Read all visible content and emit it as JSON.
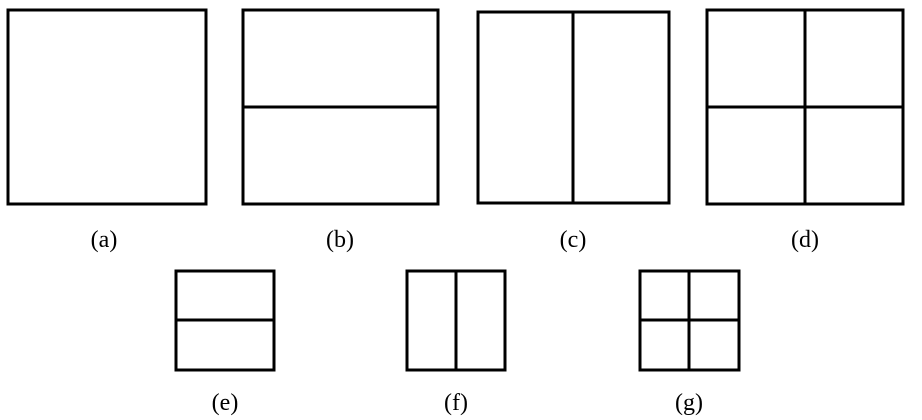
{
  "colors": {
    "stroke": "#000000",
    "background": "#ffffff"
  },
  "panels": [
    {
      "label": "(a)",
      "split": "none"
    },
    {
      "label": "(b)",
      "split": "horizontal"
    },
    {
      "label": "(c)",
      "split": "vertical"
    },
    {
      "label": "(d)",
      "split": "quad"
    },
    {
      "label": "(e)",
      "split": "horizontal"
    },
    {
      "label": "(f)",
      "split": "vertical"
    },
    {
      "label": "(g)",
      "split": "quad"
    }
  ]
}
